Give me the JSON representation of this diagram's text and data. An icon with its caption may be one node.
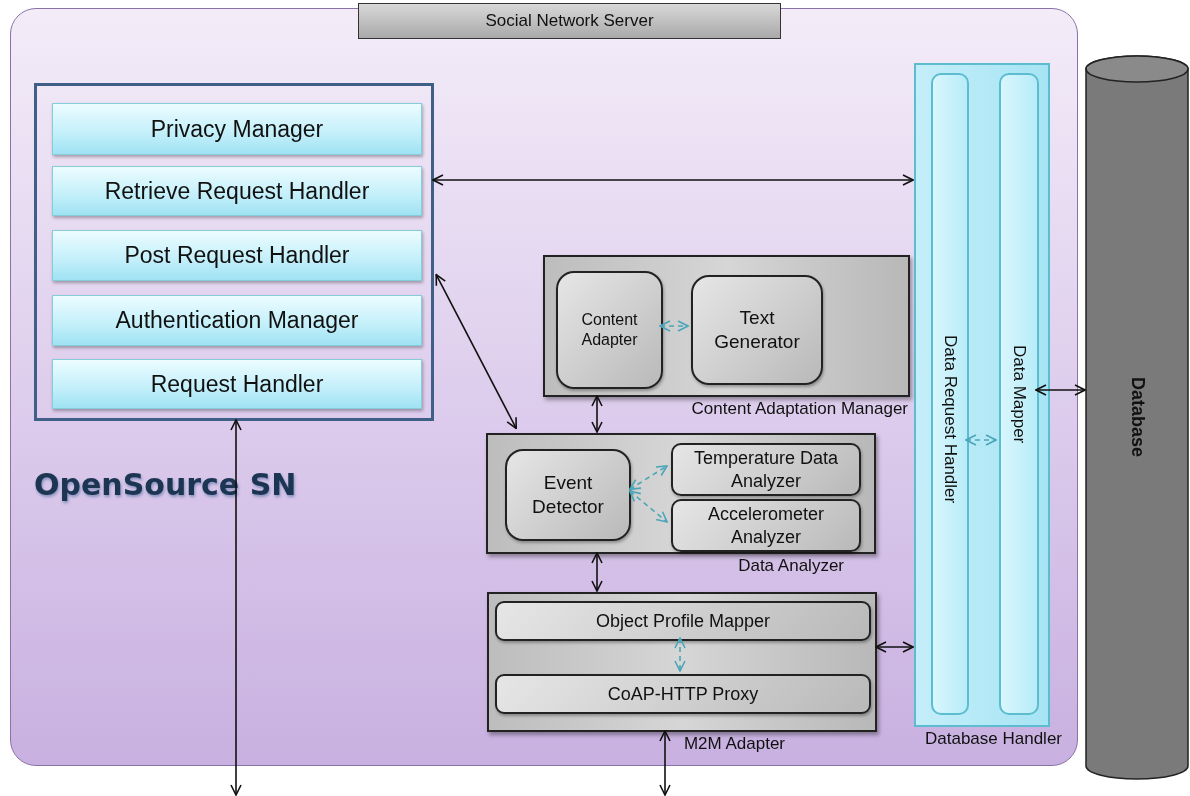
{
  "diagram": {
    "nodes": [
      {
        "text": [
          "Social Network Server",
          "OpenSource SN"
        ]
      },
      {
        "text": [],
        "shape": "box",
        "in": 0
      },
      {
        "text": [
          "Privacy Manager"
        ],
        "in": 1
      },
      {
        "text": [
          "Retrieve Request Handler"
        ],
        "in": 1
      },
      {
        "text": [
          "Post Request Handler"
        ],
        "in": 1
      },
      {
        "text": [
          "Authentication Manager"
        ],
        "in": 1
      },
      {
        "text": [
          "Request Handler"
        ],
        "in": 1
      },
      {
        "text": [
          "Content Adaptation Manager"
        ],
        "in": 0
      },
      {
        "text": [
          "Content Adapter"
        ],
        "in": 7
      },
      {
        "text": [
          "Text Generator"
        ],
        "in": 7
      },
      {
        "text": [
          "Data Analyzer"
        ],
        "in": 0
      },
      {
        "text": [
          "Event Detector"
        ],
        "in": 10
      },
      {
        "text": [
          "Temperature Data Analyzer"
        ],
        "in": 10
      },
      {
        "text": [
          "Accelerometer Analyzer"
        ],
        "in": 10
      },
      {
        "text": [
          "M2M Adapter"
        ],
        "in": 0
      },
      {
        "text": [
          "Object Profile Mapper"
        ],
        "in": 14
      },
      {
        "text": [
          "CoAP-HTTP Proxy"
        ],
        "in": 14
      },
      {
        "text": [
          "Database Handler"
        ],
        "in": 0
      },
      {
        "text": [
          "Data Request Handler"
        ],
        "in": 17
      },
      {
        "text": [
          "Data Mapper"
        ],
        "in": 17
      },
      {
        "text": [
          "Database"
        ]
      }
    ],
    "edges": [
      {
        "from": 1,
        "to": 17,
        "arrow": "both"
      },
      {
        "from": 1,
        "to": 10,
        "arrow": "both"
      },
      {
        "from": 7,
        "to": 10,
        "arrow": "both"
      },
      {
        "from": 8,
        "to": 9,
        "arrow": "both",
        "style": "dashed",
        "color": "#4aa6b8"
      },
      {
        "from": 11,
        "to": 12,
        "arrow": "both",
        "style": "dashed",
        "color": "#4aa6b8"
      },
      {
        "from": 11,
        "to": 13,
        "arrow": "both",
        "style": "dashed",
        "color": "#4aa6b8"
      },
      {
        "from": 10,
        "to": 14,
        "arrow": "both"
      },
      {
        "from": 15,
        "to": 16,
        "arrow": "both",
        "style": "dashed",
        "color": "#4aa6b8"
      },
      {
        "from": 14,
        "to": 17,
        "arrow": "both"
      },
      {
        "from": 18,
        "to": 19,
        "arrow": "both",
        "style": "dashed",
        "color": "#4aa6b8"
      },
      {
        "from": 19,
        "to": 20,
        "arrow": "both"
      },
      {
        "from": 1,
        "to": null,
        "arrow": "both"
      },
      {
        "from": 14,
        "to": null,
        "arrow": "both"
      }
    ]
  }
}
